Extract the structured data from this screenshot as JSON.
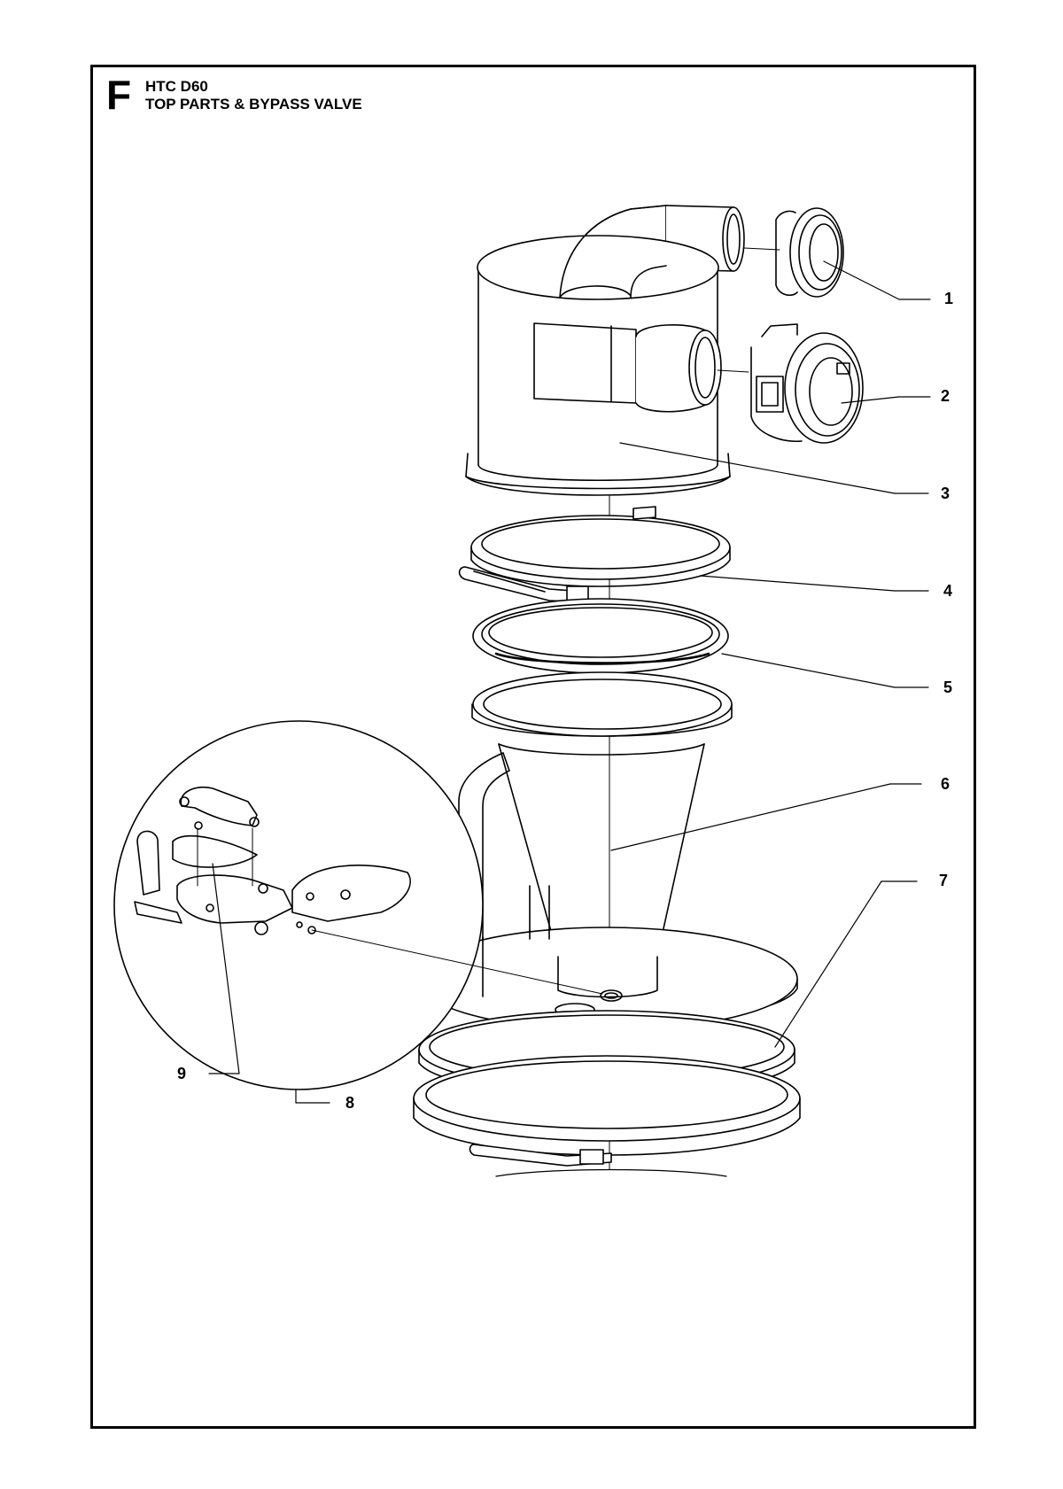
{
  "header": {
    "section_letter": "F",
    "model": "HTC D60",
    "title": "TOP PARTS & BYPASS VALVE"
  },
  "callouts": [
    {
      "label": "1"
    },
    {
      "label": "2"
    },
    {
      "label": "3"
    },
    {
      "label": "4"
    },
    {
      "label": "5"
    },
    {
      "label": "6"
    },
    {
      "label": "7"
    },
    {
      "label": "8"
    },
    {
      "label": "9"
    }
  ],
  "colors": {
    "line": "#000000",
    "background": "#ffffff"
  }
}
